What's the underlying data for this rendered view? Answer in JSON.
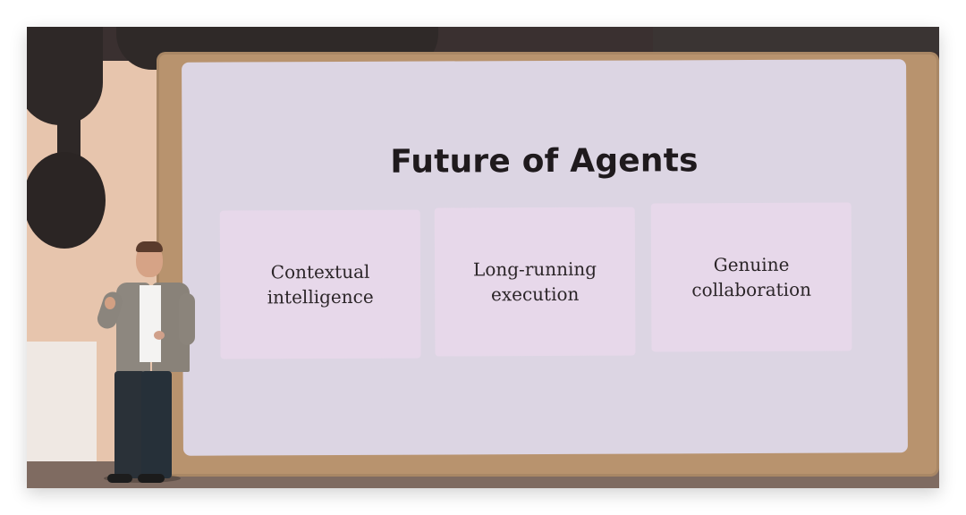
{
  "slide": {
    "title": "Future of Agents",
    "cards": [
      {
        "label": "Contextual intelligence"
      },
      {
        "label": "Long-running execution"
      },
      {
        "label": "Genuine collaboration"
      }
    ]
  },
  "colors": {
    "background": "#ffffff",
    "backdrop_dark": "#2e2827",
    "backdrop_warm": "#e7c5ad",
    "screen_bezel": "#b8936e",
    "screen_fill": "#dcd5e3",
    "card_fill": "#e7d8ea",
    "title_text": "#1f1a1d",
    "card_text": "#2b2528"
  },
  "icons": {
    "speaker": "presenter-figure",
    "screen": "presentation-screen"
  }
}
